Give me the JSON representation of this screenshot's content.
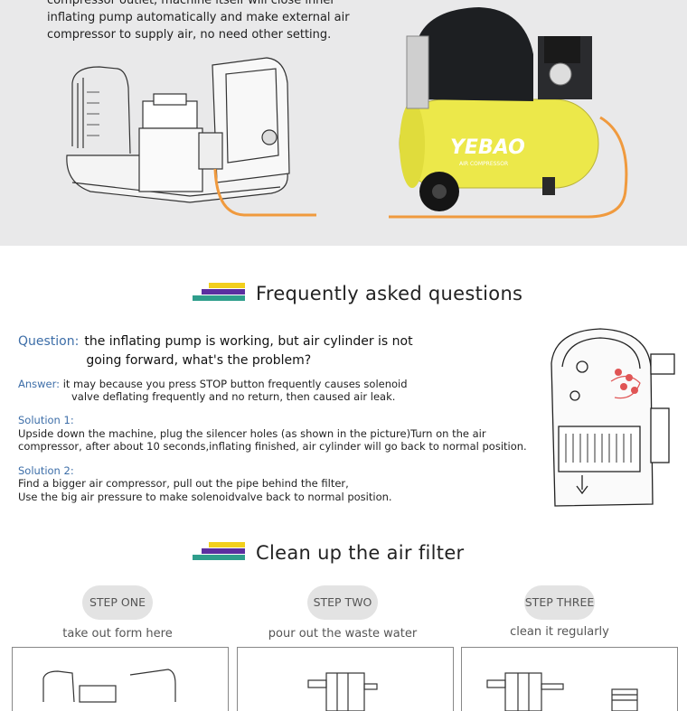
{
  "intro": {
    "line1": "compressor outlet, machine itself will close inner",
    "line2": "inflating pump automatically and make external air",
    "line3": "compressor to supply air, no need other setting."
  },
  "compressor": {
    "brand": "YEBAO",
    "tagline": "AIR COMPRESSOR"
  },
  "colors": {
    "accent_blue": "#3d6ea8",
    "stripe_yellow": "#f2cf1d",
    "stripe_purple": "#5b2fa0",
    "stripe_teal": "#2f9e8c",
    "tank_yellow": "#ece84a"
  },
  "faq": {
    "heading": "Frequently asked questions",
    "question_label": "Question:",
    "question_line1": "the inflating pump is working, but air cylinder is not",
    "question_line2": "going forward, what's the problem?",
    "answer_label": "Answer:",
    "answer_line1": "it may because you press STOP button frequently causes solenoid",
    "answer_line2": "valve deflating frequently and no return, then caused air leak.",
    "solution1_title": "Solution 1:",
    "solution1_line1": "Upside down the machine, plug the silencer holes (as shown in the picture)Turn on the air",
    "solution1_line2": "compressor, after about 10 seconds,inflating finished, air cylinder will go back to normal position.",
    "solution2_title": "Solution 2:",
    "solution2_line1": "Find a bigger air compressor, pull out the pipe behind the filter,",
    "solution2_line2": "Use the big air pressure to make solenoidvalve back to normal position."
  },
  "filter": {
    "heading": "Clean up the air filter",
    "steps": [
      {
        "badge": "STEP ONE",
        "desc": "take out form here"
      },
      {
        "badge": "STEP TWO",
        "desc": "pour out the waste water"
      },
      {
        "badge": "STEP THREE",
        "desc": "clean it regularly"
      }
    ]
  }
}
